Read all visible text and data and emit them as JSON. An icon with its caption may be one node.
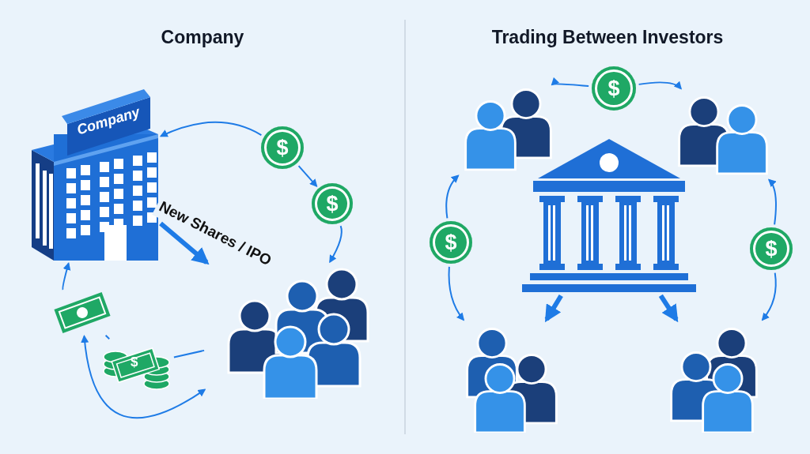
{
  "diagram": {
    "nodes": [
      {
        "text": [
          "Company"
        ]
      },
      {
        "text": [
          "Company"
        ],
        "in": 0
      },
      {
        "text": [
          "$"
        ],
        "in": 0
      },
      {
        "text": [
          "$"
        ],
        "in": 0
      },
      {
        "text": [],
        "shape": "person",
        "in": 0
      },
      {
        "text": [],
        "shape": "picture",
        "in": 0
      },
      {
        "text": [
          "$"
        ],
        "in": 0
      },
      {
        "text": [
          "Trading Between Investors"
        ]
      },
      {
        "text": [
          "$"
        ],
        "in": 7
      },
      {
        "text": [],
        "shape": "person",
        "in": 7
      },
      {
        "text": [],
        "shape": "person",
        "in": 7
      },
      {
        "text": [
          "$"
        ],
        "in": 7
      },
      {
        "text": [
          "$"
        ],
        "in": 7
      },
      {
        "text": [],
        "shape": "picture",
        "in": 7
      },
      {
        "text": [],
        "shape": "person",
        "in": 7
      },
      {
        "text": [],
        "shape": "person",
        "in": 7
      }
    ],
    "edges": [
      {
        "from": 2,
        "to": 1,
        "arrow": "to"
      },
      {
        "from": 2,
        "to": 3,
        "arrow": "to"
      },
      {
        "from": 3,
        "to": 4,
        "arrow": "to"
      },
      {
        "from": 1,
        "to": 4,
        "arrow": "to",
        "label": "New Shares / IPO",
        "style": "thick"
      },
      {
        "from": 5,
        "to": 1,
        "arrow": "to"
      },
      {
        "from": 6,
        "to": 5,
        "arrow": "none"
      },
      {
        "from": 6,
        "to": 4,
        "arrow": "none"
      },
      {
        "from": 5,
        "to": 4,
        "arrow": "both"
      },
      {
        "from": 8,
        "to": 9,
        "arrow": "to"
      },
      {
        "from": 8,
        "to": 10,
        "arrow": "to"
      },
      {
        "from": 11,
        "to": 9,
        "arrow": "to"
      },
      {
        "from": 11,
        "to": 14,
        "arrow": "to"
      },
      {
        "from": 12,
        "to": 10,
        "arrow": "to"
      },
      {
        "from": 12,
        "to": 15,
        "arrow": "to"
      },
      {
        "from": 13,
        "to": 14,
        "arrow": "to",
        "style": "thick"
      },
      {
        "from": 13,
        "to": 15,
        "arrow": "to",
        "style": "thick"
      }
    ]
  }
}
